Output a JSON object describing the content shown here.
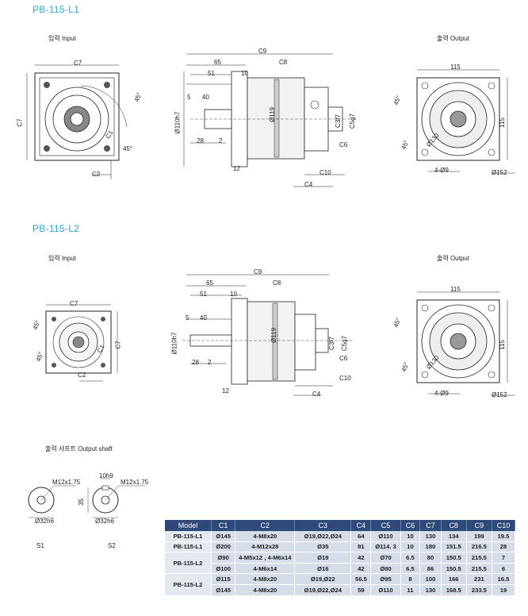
{
  "titles": {
    "l1": "PB-115-L1",
    "l2": "PB-115-L2"
  },
  "captions": {
    "input": "입력 Input",
    "output": "출력 Output",
    "shaft": "출력 샤프트 Output shaft",
    "s1": "S1",
    "s2": "S2"
  },
  "dims": {
    "c7": "C7",
    "c2": "C2",
    "c9": "C9",
    "c8": "C8",
    "c4": "C4",
    "c6": "C6",
    "c10": "C10",
    "c5": "C5g7",
    "c3": "C3f7",
    "c1": "C1",
    "d65": "65",
    "d51": "51",
    "d10": "10",
    "d5": "5",
    "d40": "40",
    "d28": "28",
    "d2": "2",
    "d12": "12",
    "d115": "115",
    "a45": "45°",
    "phi110": "Ø110h7",
    "phi119": "Ø119",
    "phi130": "Ø130",
    "phi152": "Ø152",
    "holes": "4-Ø9",
    "m12": "M12x1.75",
    "k10": "10h9",
    "d35": "35",
    "phi32": "Ø32h6"
  },
  "table": {
    "headers": [
      "Model",
      "C1",
      "C2",
      "C3",
      "C4",
      "C5",
      "C6",
      "C7",
      "C8",
      "C9",
      "C10"
    ],
    "rows": [
      [
        "PB-115-L1",
        "Ø145",
        "4-M8x20",
        "Ø19,Ø22,Ø24",
        "64",
        "Ø110",
        "10",
        "130",
        "134",
        "199",
        "19.5"
      ],
      [
        "PB-115-L1",
        "Ø200",
        "4-M12x28",
        "Ø35",
        "81",
        "Ø114. 3",
        "10",
        "180",
        "151.5",
        "216.5",
        "28"
      ],
      [
        "PB-115-L2",
        "Ø90",
        "4-M5x12 , 4-M6x14",
        "Ø19",
        "42",
        "Ø70",
        "6.5",
        "80",
        "150.5",
        "215.5",
        "7"
      ],
      [
        "",
        "Ø100",
        "4-M6x14",
        "Ø16",
        "42",
        "Ø80",
        "6.5",
        "86",
        "150.5",
        "215.5",
        "6"
      ],
      [
        "PB-115-L2",
        "Ø115",
        "4-M8x20",
        "Ø19,Ø22",
        "56.5",
        "Ø95",
        "8",
        "100",
        "166",
        "231",
        "16.5"
      ],
      [
        "",
        "Ø145",
        "4-M8x20",
        "Ø19,Ø22,Ø24",
        "59",
        "Ø110",
        "11",
        "130",
        "168.5",
        "233.5",
        "19"
      ]
    ]
  }
}
